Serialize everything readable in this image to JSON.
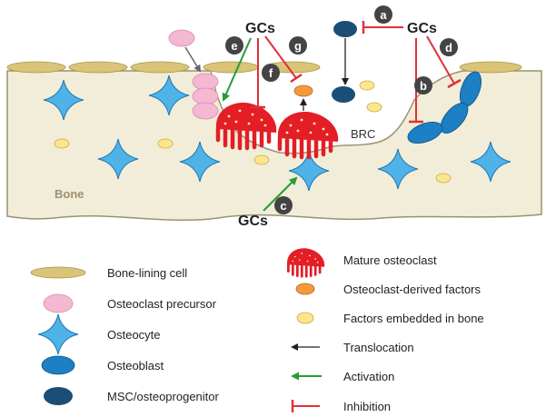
{
  "diagram": {
    "labels": {
      "bone": "Bone",
      "brc": "BRC",
      "gcs_top_left": "GCs",
      "gcs_top_right": "GCs",
      "gcs_bottom": "GCs"
    },
    "badges": {
      "a": "a",
      "b": "b",
      "c": "c",
      "d": "d",
      "e": "e",
      "f": "f",
      "g": "g"
    }
  },
  "legend": {
    "left": [
      {
        "label": "Bone-lining cell",
        "icon": "bone-lining-cell-icon"
      },
      {
        "label": "Osteoclast precursor",
        "icon": "osteoclast-precursor-icon"
      },
      {
        "label": "Osteocyte",
        "icon": "osteocyte-icon"
      },
      {
        "label": "Osteoblast",
        "icon": "osteoblast-icon"
      },
      {
        "label": "MSC/osteoprogenitor",
        "icon": "msc-osteoprogenitor-icon"
      }
    ],
    "right": [
      {
        "label": "Mature osteoclast",
        "icon": "mature-osteoclast-icon"
      },
      {
        "label": "Osteoclast-derived factors",
        "icon": "osteoclast-derived-factor-icon"
      },
      {
        "label": "Factors embedded in bone",
        "icon": "embedded-factor-icon"
      },
      {
        "label": "Translocation",
        "icon": "translocation-arrow-icon"
      },
      {
        "label": "Activation",
        "icon": "activation-arrow-icon"
      },
      {
        "label": "Inhibition",
        "icon": "inhibition-bar-icon"
      }
    ]
  },
  "colors": {
    "bone_fill": "#f2edd8",
    "bone_stroke": "#9c9171",
    "lining_cell": "#d9c478",
    "osteoclast_precursor": "#f4b8d2",
    "osteocyte": "#4fb3e8",
    "osteoblast": "#1d7fc4",
    "msc": "#1b4e76",
    "mature_osteoclast": "#e41e26",
    "osteoclast_factor": "#f39a3d",
    "embedded_factor": "#fbe68c",
    "translocation": "#222222",
    "activation": "#2a9a3a",
    "inhibition": "#e0303a",
    "badge": "#444444"
  }
}
